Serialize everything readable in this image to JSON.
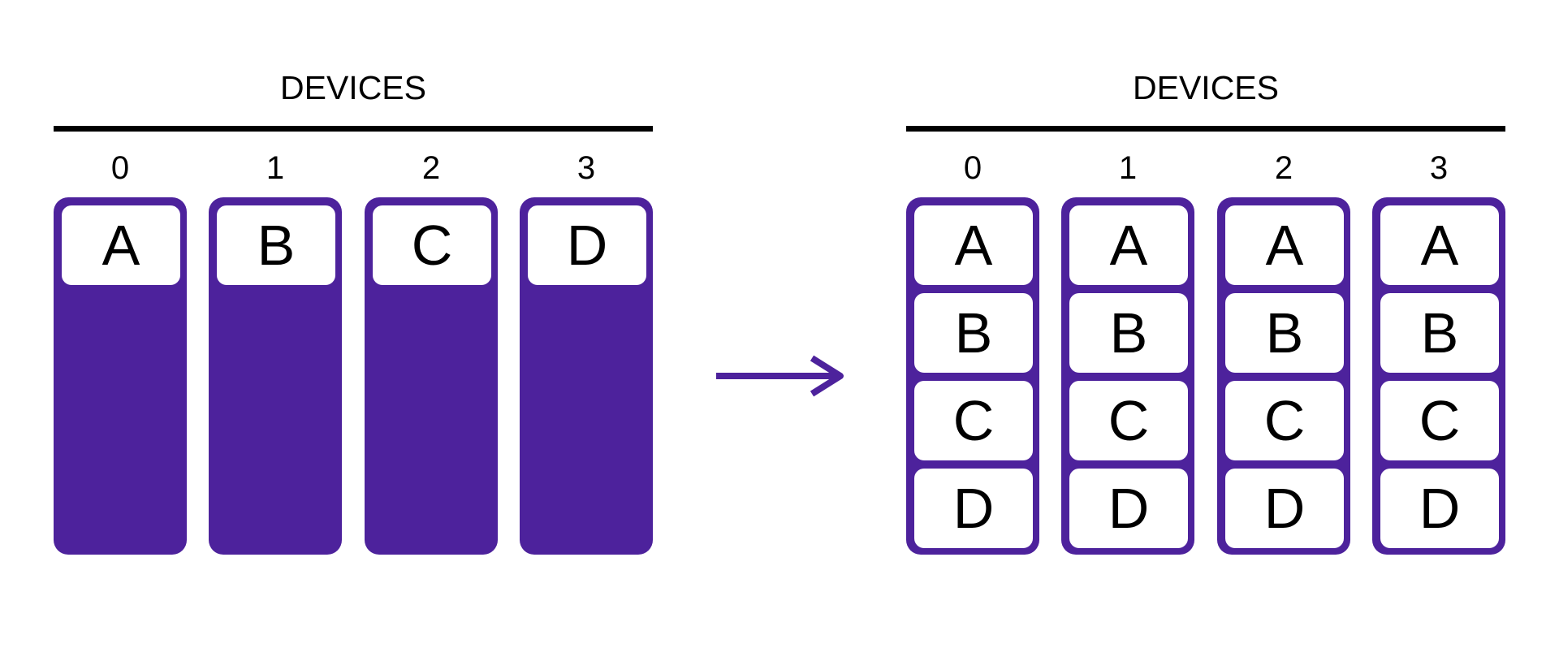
{
  "colors": {
    "device_fill": "#4d229c",
    "shard_fill": "#ffffff",
    "text": "#000000"
  },
  "before": {
    "title": "DEVICES",
    "devices": [
      {
        "label": "0",
        "shards": [
          "A"
        ]
      },
      {
        "label": "1",
        "shards": [
          "B"
        ]
      },
      {
        "label": "2",
        "shards": [
          "C"
        ]
      },
      {
        "label": "3",
        "shards": [
          "D"
        ]
      }
    ]
  },
  "after": {
    "title": "DEVICES",
    "devices": [
      {
        "label": "0",
        "shards": [
          "A",
          "B",
          "C",
          "D"
        ]
      },
      {
        "label": "1",
        "shards": [
          "A",
          "B",
          "C",
          "D"
        ]
      },
      {
        "label": "2",
        "shards": [
          "A",
          "B",
          "C",
          "D"
        ]
      },
      {
        "label": "3",
        "shards": [
          "A",
          "B",
          "C",
          "D"
        ]
      }
    ]
  },
  "arrow_icon": "right-arrow-icon"
}
